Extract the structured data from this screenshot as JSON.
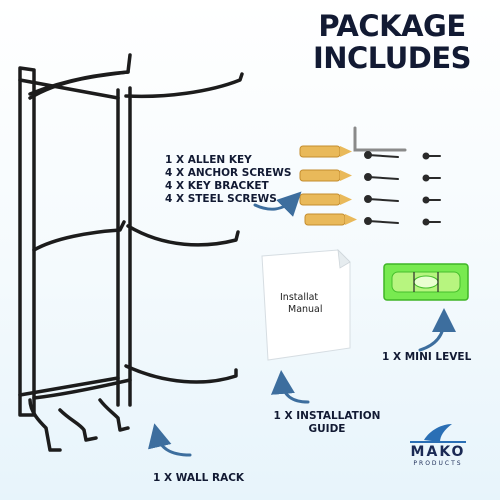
{
  "heading": {
    "line1": "PACKAGE",
    "line2": "INCLUDES"
  },
  "labels": {
    "hardware": [
      "1 X ALLEN KEY",
      "4 X ANCHOR SCREWS",
      "4 X KEY BRACKET",
      "4 X STEEL SCREWS"
    ],
    "mini_level": "1 X MINI LEVEL",
    "guide_line1": "1 X INSTALLATION",
    "guide_line2": "GUIDE",
    "wall_rack": "1 X WALL RACK"
  },
  "manual": {
    "line1": "Installat",
    "line2": "Manual"
  },
  "logo": {
    "name": "MAKO",
    "sub": "PRODUCTS"
  },
  "colors": {
    "text": "#121a33",
    "rack_metal": "#1c1c1c",
    "anchor_yellow": "#e9b95a",
    "level_green": "#5fe33b",
    "arrow_blue": "#3d6e9e",
    "logo_blue": "#1b2a55"
  }
}
